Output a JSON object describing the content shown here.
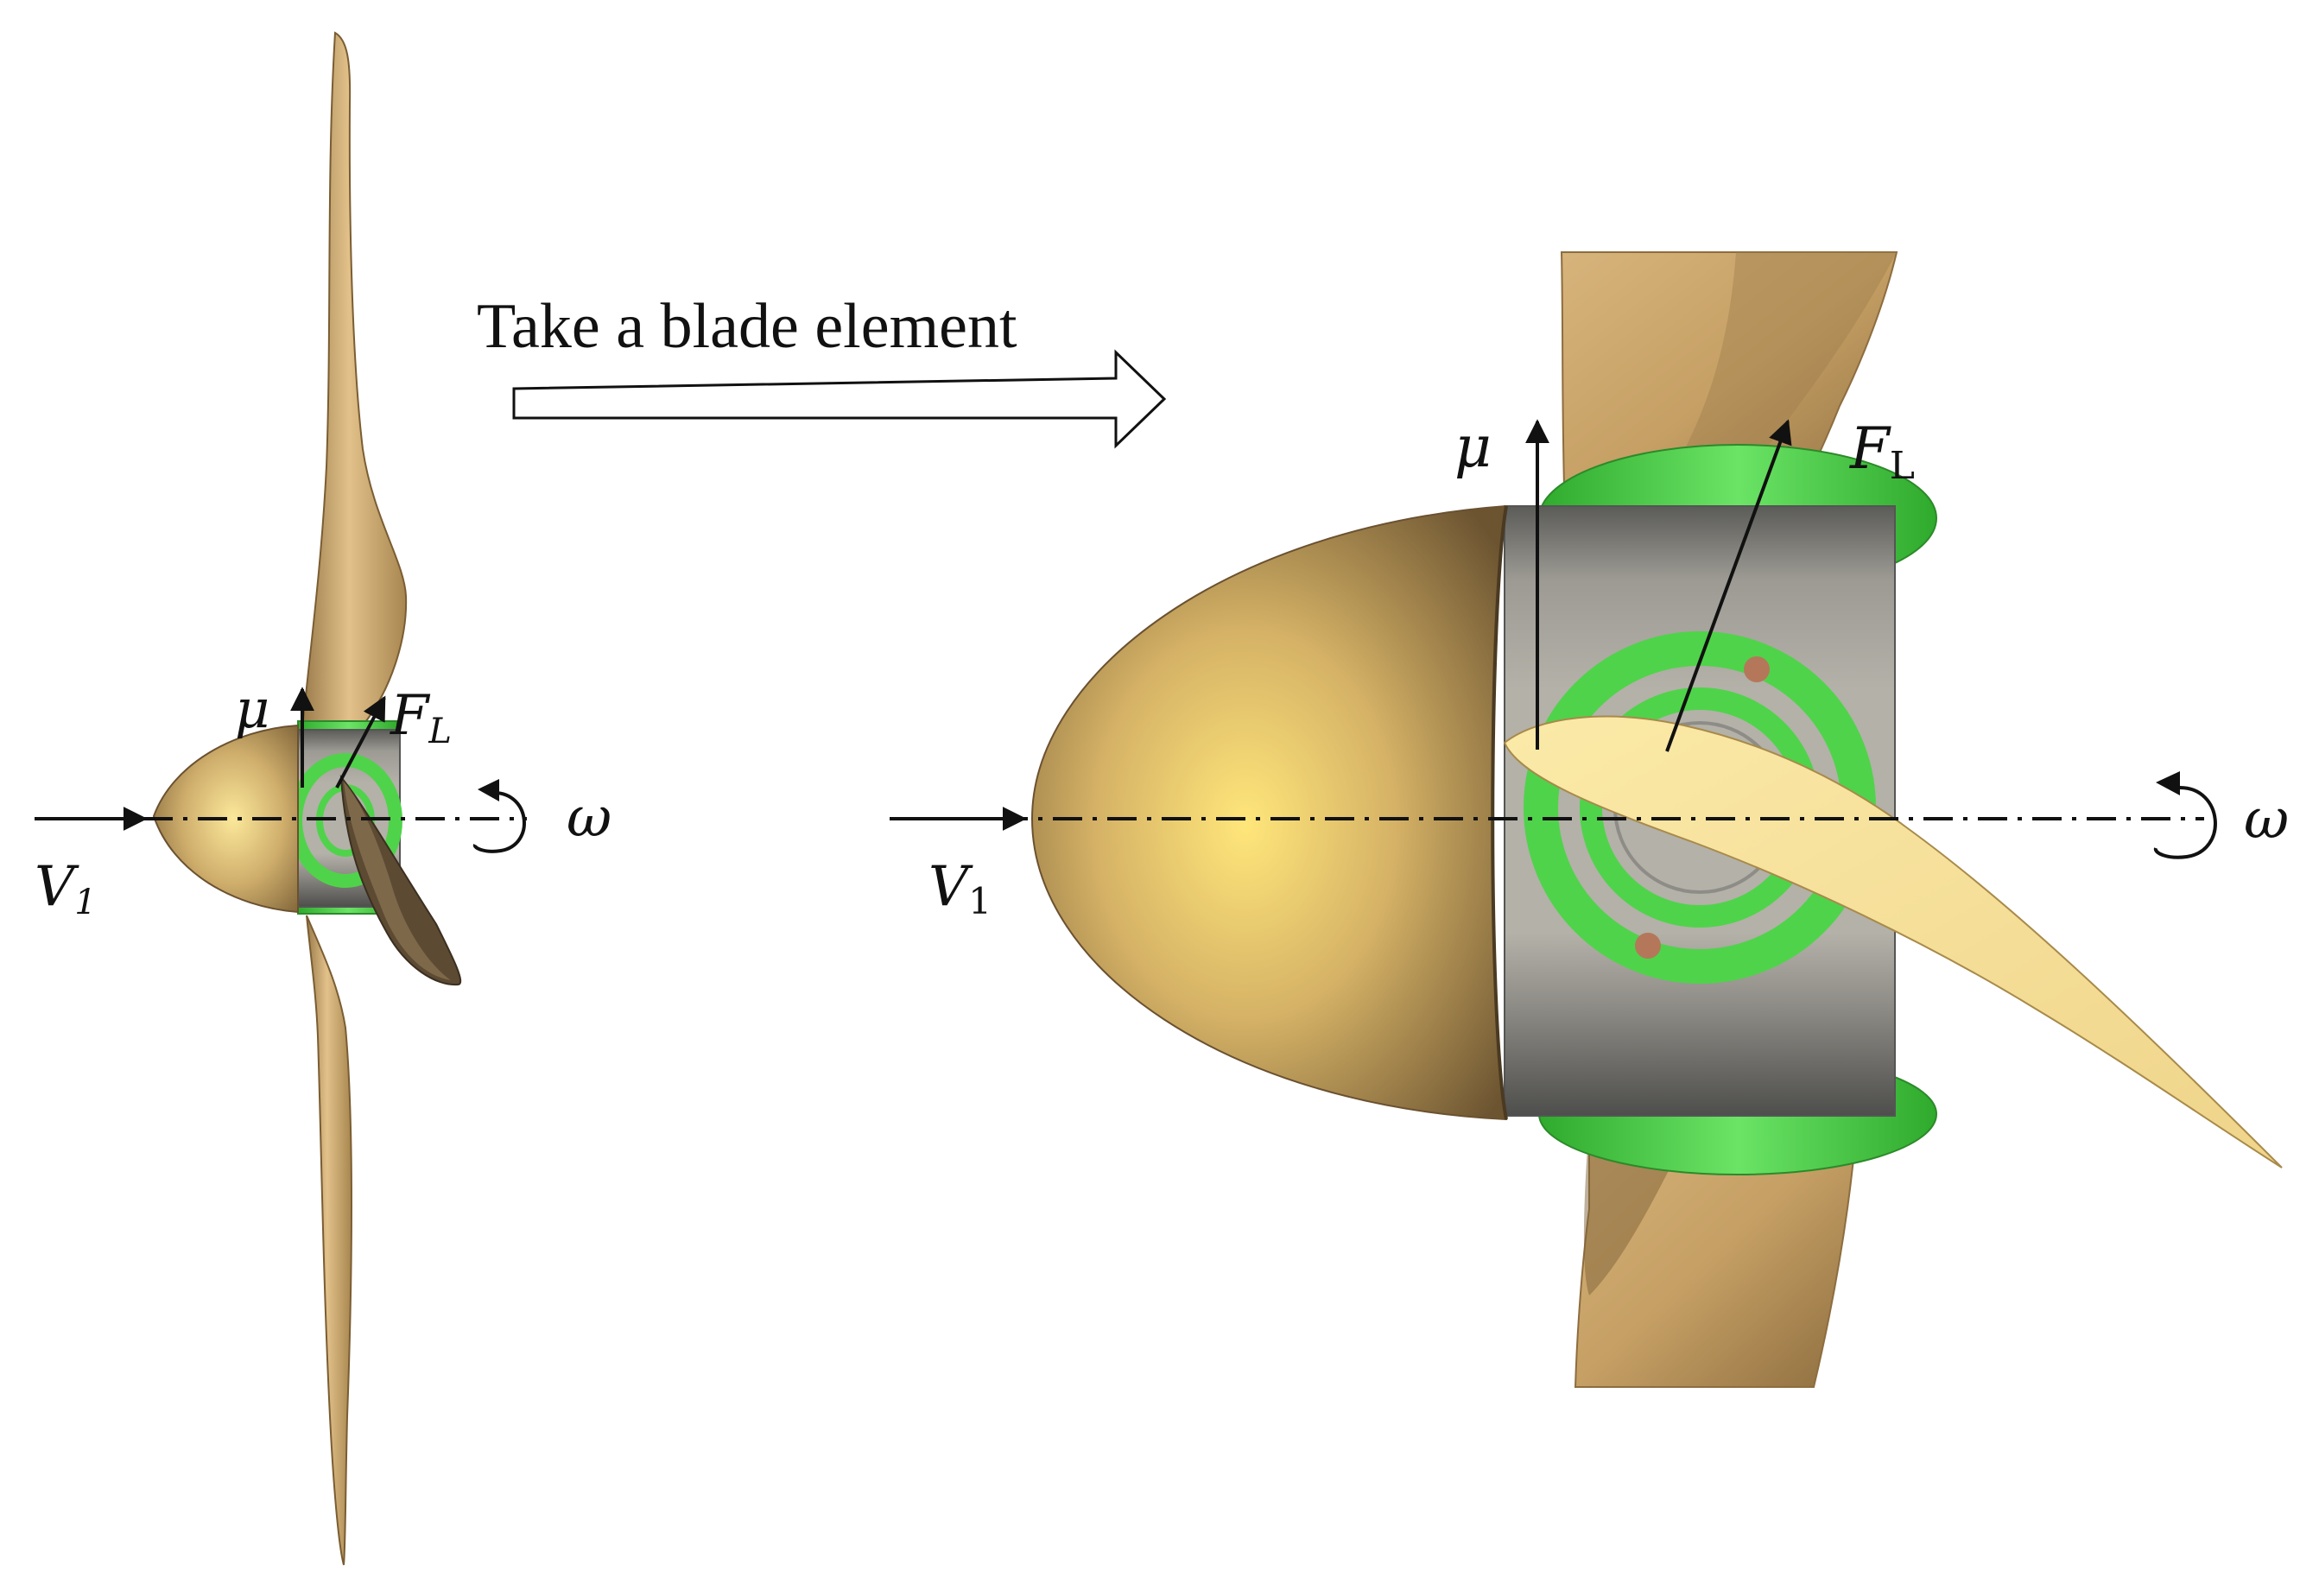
{
  "caption": {
    "text": "Take a blade element"
  },
  "left_view": {
    "inflow_label": {
      "main": "V",
      "sub": "1"
    },
    "thrust_label": "μ",
    "lift_label": {
      "main": "F",
      "sub": "L"
    },
    "rotation_label": "ω"
  },
  "right_view": {
    "inflow_label": {
      "main": "V",
      "sub": "1"
    },
    "thrust_label": "μ",
    "lift_label": {
      "main": "F",
      "sub": "L"
    },
    "rotation_label": "ω"
  },
  "colors": {
    "brass": "#c9a566",
    "brass_light": "#f2dc98",
    "brass_dark": "#7a5d33",
    "blade_section": "#f8e49f",
    "green_ring": "#4fd34a",
    "gray_hub": "#a9a79d",
    "gray_dark": "#555555",
    "pin": "#b5775a",
    "ink": "#111111"
  }
}
